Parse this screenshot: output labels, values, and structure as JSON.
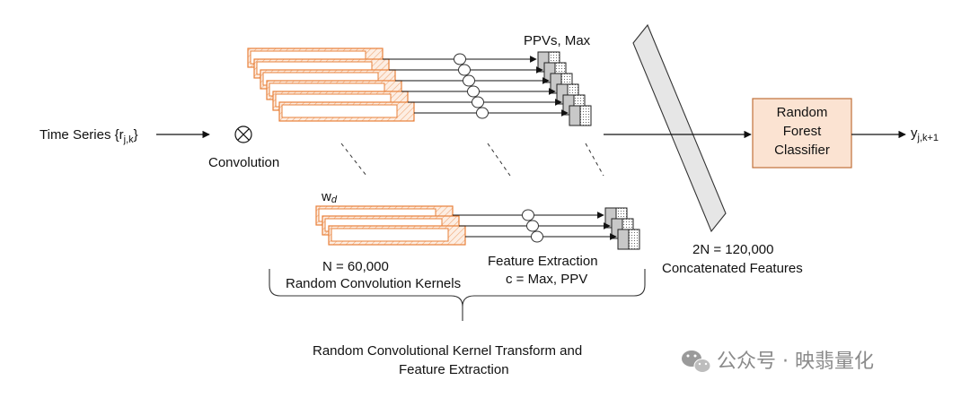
{
  "labels": {
    "time_series": "Time Series {r",
    "time_series_sub": "j,k",
    "time_series_close": "}",
    "convolution": "Convolution",
    "ppvs_max": "PPVs, Max",
    "wd": "w",
    "wd_sub": "d",
    "n_count": "N = 60,000",
    "kernels": "Random Convolution Kernels",
    "feat_ext": "Feature Extraction",
    "c_eq": "c = Max, PPV",
    "two_n": "2N = 120,000",
    "concat": "Concatenated Features",
    "rf_1": "Random",
    "rf_2": "Forest",
    "rf_3": "Classifier",
    "output_y": "y",
    "output_sub": "j,k+1",
    "transform_1": "Random Convolutional Kernel Transform and",
    "transform_2": "Feature Extraction"
  },
  "watermark": {
    "text": "公众号 · 映翡量化",
    "icon": "wechat-icon"
  },
  "colors": {
    "kernel_stroke": "#e8803a",
    "kernel_fill": "#fbe3d2",
    "rf_fill": "#fbe3d2",
    "rf_stroke": "#c0703a",
    "feature_gray": "#c8c8c8",
    "plane_fill": "#e6e6e6"
  }
}
